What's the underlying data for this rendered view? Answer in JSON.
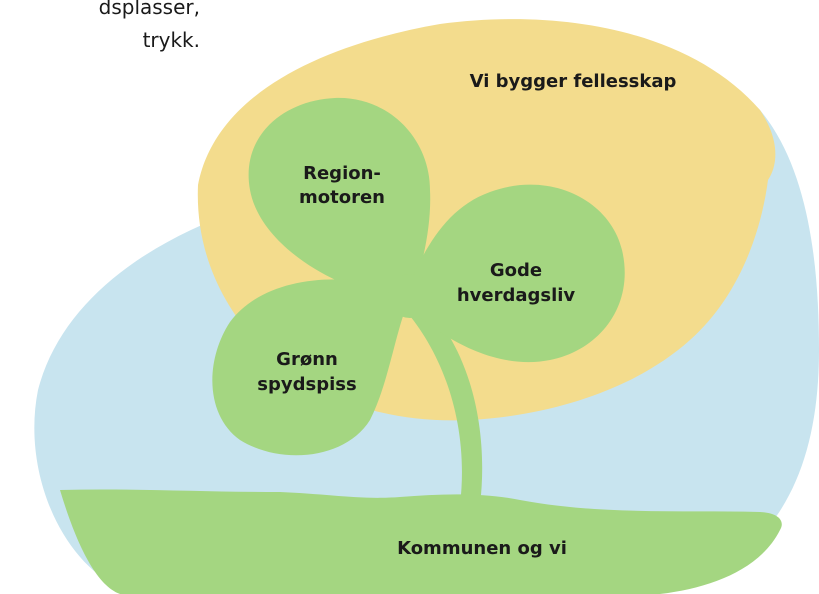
{
  "intro": {
    "line1": "dsplasser,",
    "line2": "trykk."
  },
  "labels": {
    "community": "Vi bygger fellesskap",
    "region_line1": "Region-",
    "region_line2": "motoren",
    "gode_line1": "Gode",
    "gode_line2": "hverdagsliv",
    "gronn_line1": "Grønn",
    "gronn_line2": "spydspiss",
    "bottom": "Kommunen og vi"
  },
  "colors": {
    "sky": "#c8e4ef",
    "sun": "#f3dc8d",
    "leaf": "#a4d681",
    "text": "#1a1a1a"
  }
}
